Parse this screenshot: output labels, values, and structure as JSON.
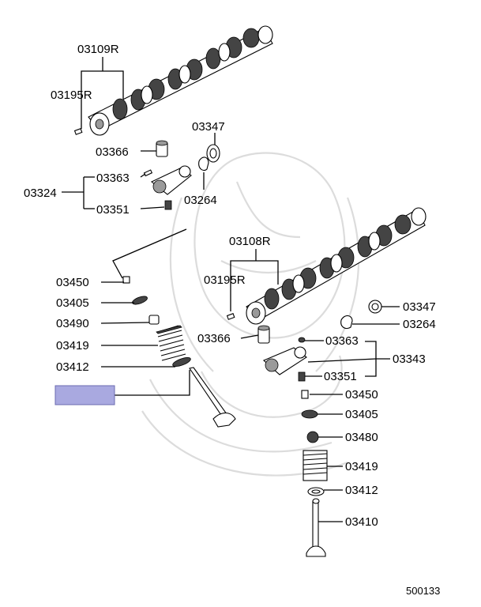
{
  "labels": {
    "l_03109R": "03109R",
    "l_03195R_a": "03195R",
    "l_03366_a": "03366",
    "l_03347_a": "03347",
    "l_03363_a": "03363",
    "l_03324": "03324",
    "l_03264_a": "03264",
    "l_03351_a": "03351",
    "l_03108R": "03108R",
    "l_03195R_b": "03195R",
    "l_03450_a": "03450",
    "l_03405_a": "03405",
    "l_03490": "03490",
    "l_03419_a": "03419",
    "l_03412_a": "03412",
    "l_03347_b": "03347",
    "l_03264_b": "03264",
    "l_03366_b": "03366",
    "l_03363_b": "03363",
    "l_03343": "03343",
    "l_03351_b": "03351",
    "l_03450_b": "03450",
    "l_03405_b": "03405",
    "l_03480": "03480",
    "l_03419_b": "03419",
    "l_03412_b": "03412",
    "l_03410": "03410"
  },
  "diagram_id": "500133",
  "colors": {
    "highlight_box": "#a9a9e0",
    "line": "#000000",
    "watermark": "#dcdcdc"
  }
}
